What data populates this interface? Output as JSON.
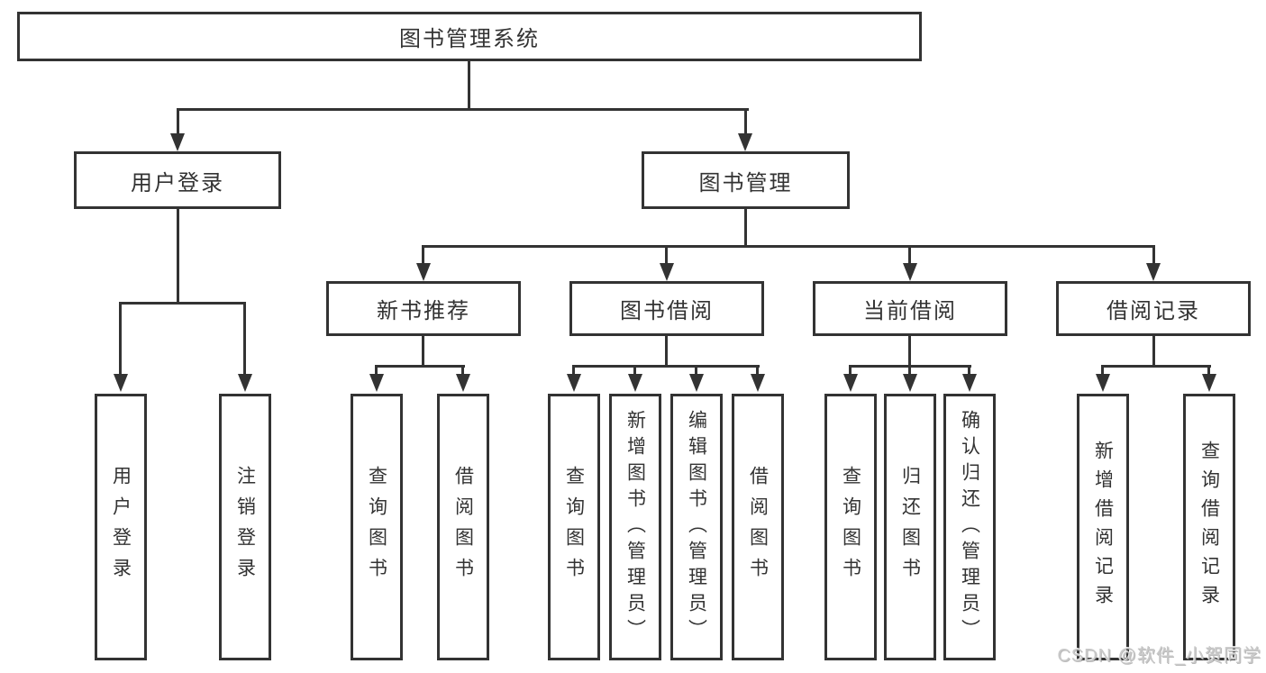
{
  "diagram": {
    "root": {
      "label": "图书管理系统"
    },
    "level2": [
      {
        "label": "用户登录"
      },
      {
        "label": "图书管理"
      }
    ],
    "level3": [
      {
        "label": "新书推荐"
      },
      {
        "label": "图书借阅"
      },
      {
        "label": "当前借阅"
      },
      {
        "label": "借阅记录"
      }
    ],
    "leaves": {
      "user_login": [
        "用户登录",
        "注销登录"
      ],
      "new_book": [
        "查询图书",
        "借阅图书"
      ],
      "book_borrow": [
        "查询图书",
        "新增图书（管理员）",
        "编辑图书（管理员）",
        "借阅图书"
      ],
      "current_borrow": [
        "查询图书",
        "归还图书",
        "确认归还（管理员）"
      ],
      "borrow_record": [
        "新增借阅记录",
        "查询借阅记录"
      ]
    }
  },
  "watermark": {
    "text": "CSDN @软件_小贺同学"
  },
  "colors": {
    "line": "#333333",
    "text": "#333333",
    "background": "#ffffff",
    "watermark": "#c9c9c9"
  }
}
